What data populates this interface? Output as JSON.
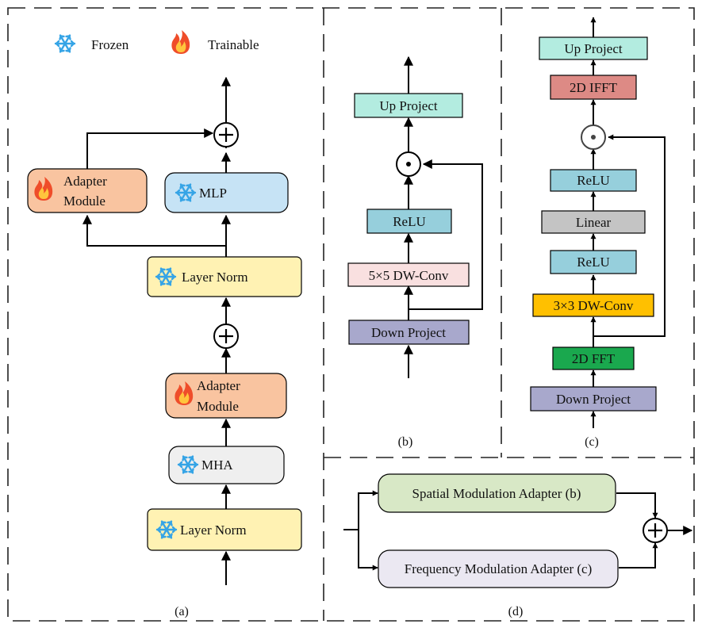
{
  "legend": {
    "frozen": "Frozen",
    "trainable": "Trainable"
  },
  "panel_a": {
    "adapter_top": [
      "Adapter",
      "Module"
    ],
    "mlp": "MLP",
    "layer_norm_top": "Layer Norm",
    "adapter_bottom": [
      "Adapter",
      "Module"
    ],
    "mha": "MHA",
    "layer_norm_bottom": "Layer Norm",
    "caption": "(a)"
  },
  "panel_b": {
    "up_project": "Up Project",
    "relu": "ReLU",
    "dw_conv": "5×5 DW-Conv",
    "down_project": "Down Project",
    "caption": "(b)"
  },
  "panel_c": {
    "up_project": "Up Project",
    "ifft": "2D IFFT",
    "relu_top": "ReLU",
    "linear": "Linear",
    "relu_bottom": "ReLU",
    "dw_conv": "3×3 DW-Conv",
    "fft": "2D FFT",
    "down_project": "Down Project",
    "caption": "(c)"
  },
  "panel_d": {
    "spatial": "Spatial Modulation Adapter (b)",
    "frequency": "Frequency  Modulation Adapter (c)",
    "caption": "(d)"
  },
  "colors": {
    "adapter": "#f9c4a0",
    "mlp": "#c6e3f5",
    "layer_norm": "#fff2b3",
    "mha": "#efefef",
    "up_project": "#b3ece0",
    "relu": "#96cfdc",
    "dw_conv_b": "#f9e0e0",
    "down_project": "#a8a8cc",
    "ifft": "#dd8a85",
    "linear": "#c4c4c4",
    "dw_conv_c": "#ffc000",
    "fft": "#1aa84e",
    "spatial": "#d8e8c6",
    "frequency": "#ebe8f2",
    "snowflake": "#35a4e6",
    "fire_outer": "#ef4d2a",
    "fire_inner": "#ffc53d"
  }
}
